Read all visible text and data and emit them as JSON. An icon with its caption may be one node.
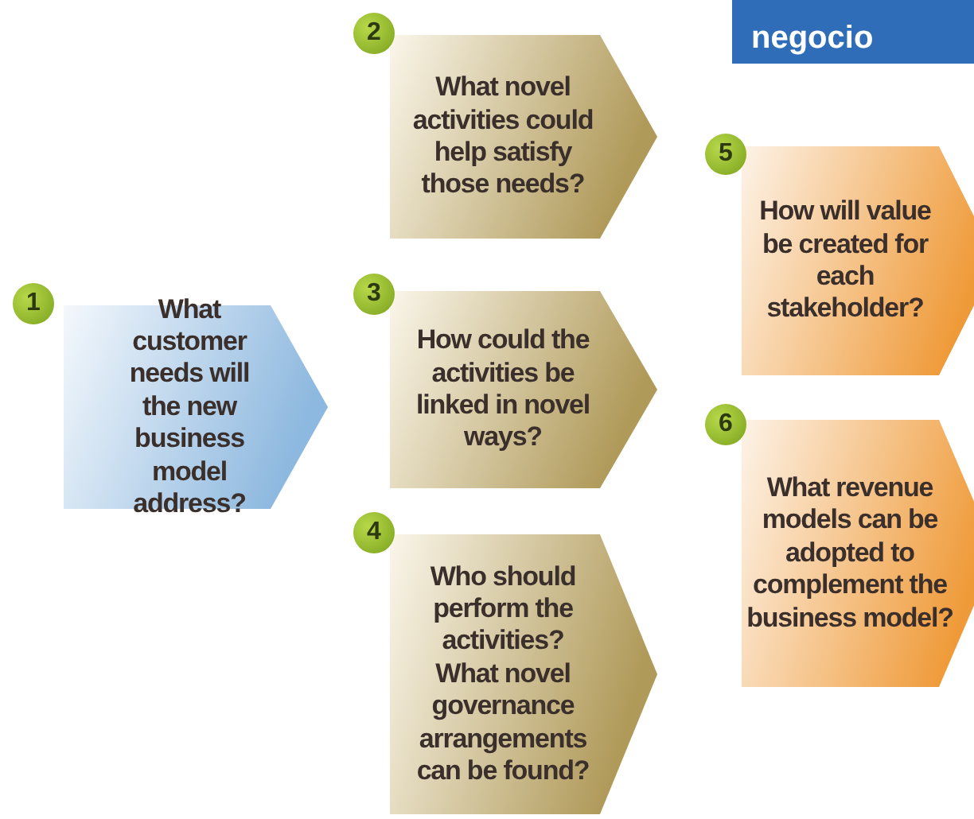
{
  "diagram": {
    "nodes": [
      {
        "text": [
          "1",
          "What customer needs will the new business model address?"
        ]
      },
      {
        "text": [
          "2",
          "What novel activities could help satisfy those needs?"
        ]
      },
      {
        "text": [
          "3",
          "How could the activities be linked in novel ways?"
        ]
      },
      {
        "text": [
          "4",
          "Who should perform the activities? What novel governance arrangements can be found?"
        ]
      },
      {
        "text": [
          "5",
          "How will value be created for each stakeholder?"
        ]
      },
      {
        "text": [
          "6",
          "What revenue models can be adopted to complement the business model?"
        ]
      },
      {
        "text": [
          "negocio"
        ]
      }
    ]
  }
}
